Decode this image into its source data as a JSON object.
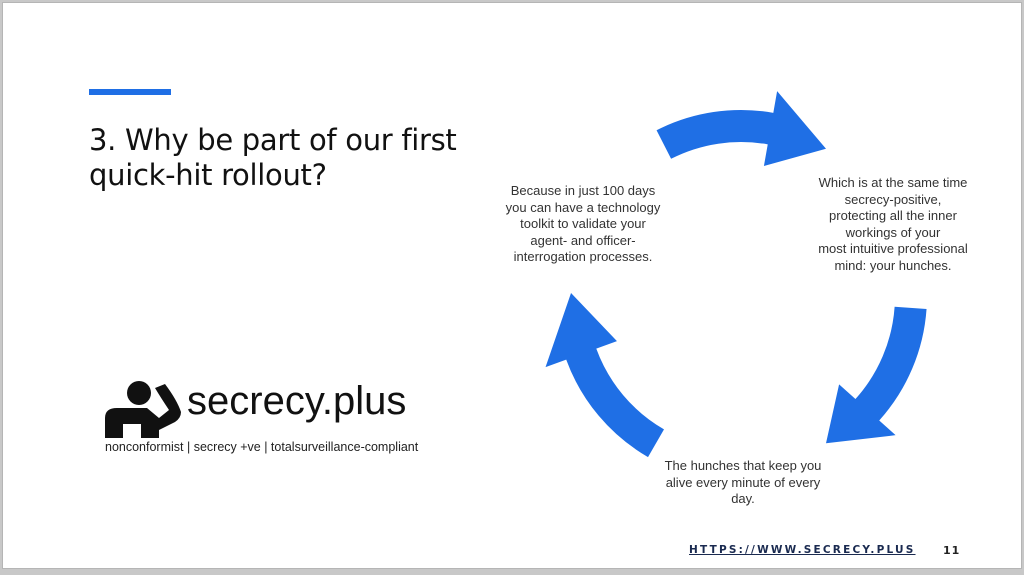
{
  "slide": {
    "title_line1": "3. Why be part of our first",
    "title_line2": "quick-hit rollout?",
    "cycle": [
      {
        "lines": [
          "Because in just 100 days",
          "you can have a technology",
          "toolkit to validate your",
          "agent- and officer-",
          "interrogation processes."
        ]
      },
      {
        "lines": [
          "Which is at the same time",
          "secrecy-positive,",
          "protecting all the inner",
          "workings of your",
          "most intuitive professional",
          "mind: your hunches."
        ]
      },
      {
        "lines": [
          "The hunches that keep you",
          "alive every minute of every",
          "day."
        ]
      }
    ],
    "logo": {
      "name": "secrecy.plus",
      "tagline": "nonconformist | secrecy +ve | totalsurveillance-compliant"
    },
    "footer_url": "HTTPS://WWW.SECRECY.PLUS",
    "page_number": "11"
  },
  "colors": {
    "accent": "#1f6fe5"
  }
}
